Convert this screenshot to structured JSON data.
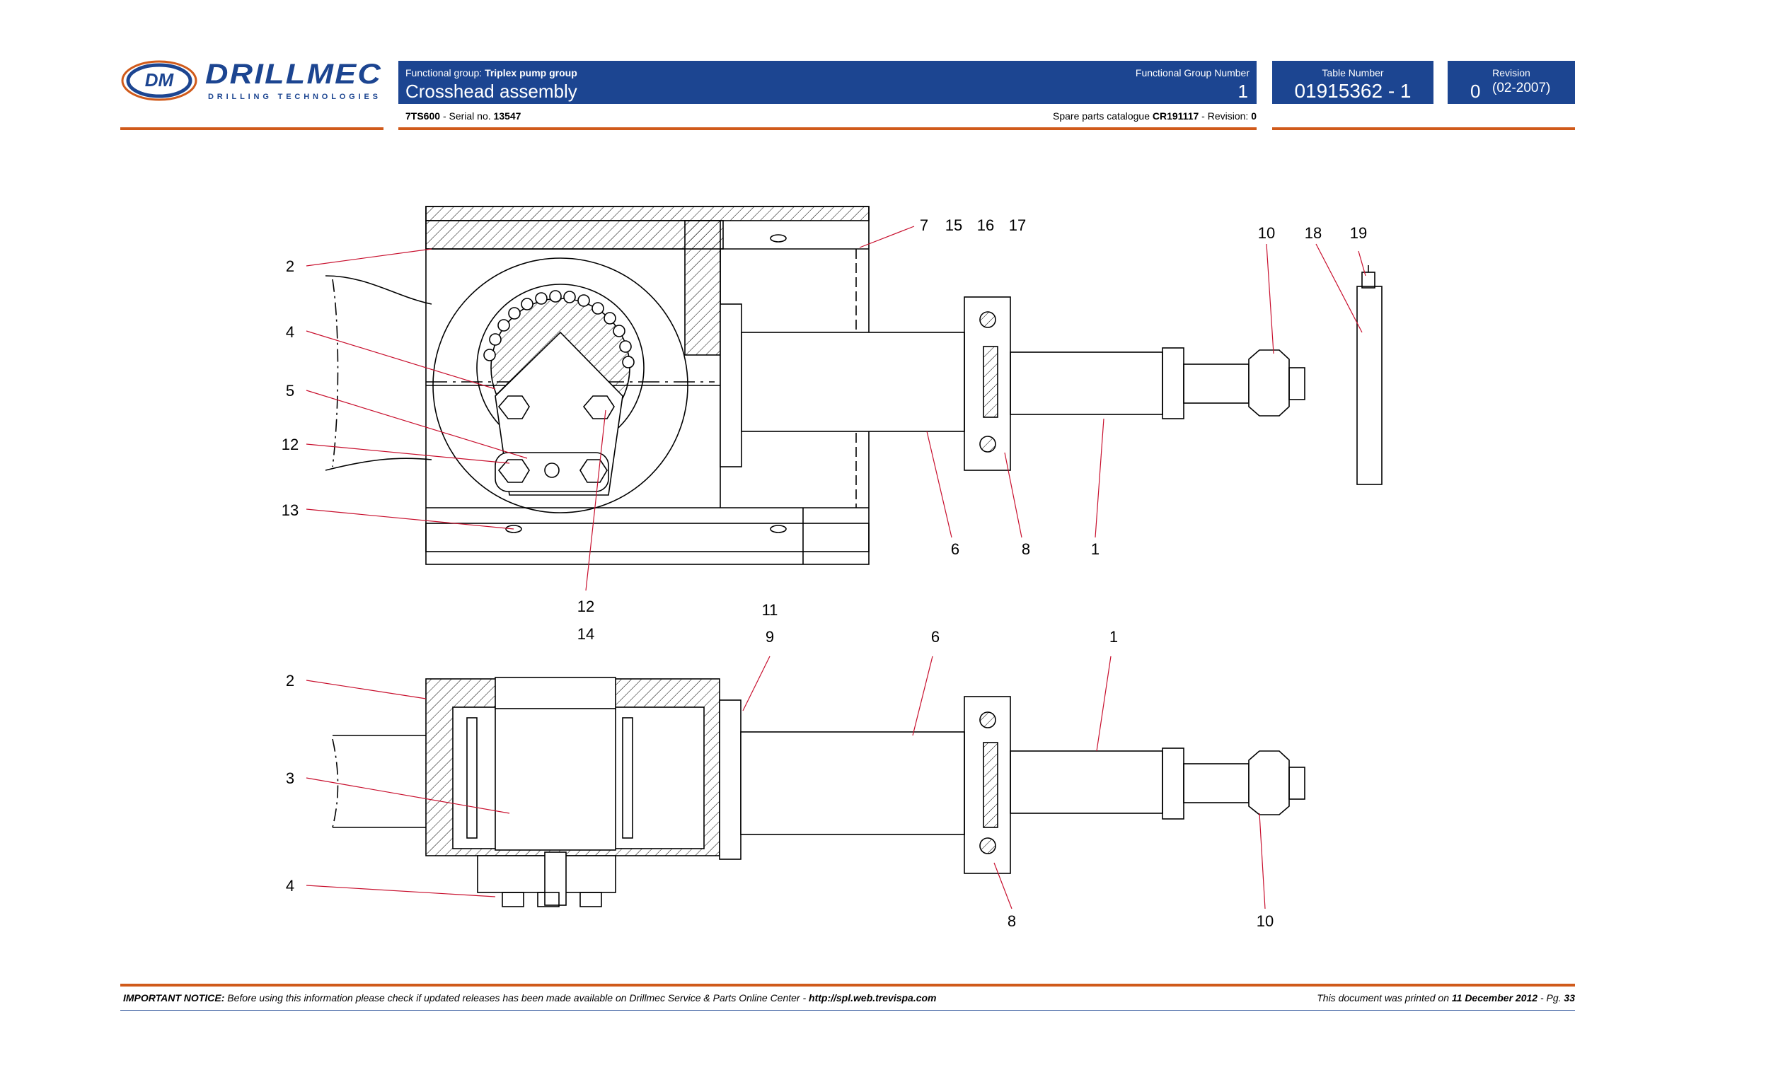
{
  "brand": {
    "name": "DRILLMEC",
    "tagline": "DRILLING TECHNOLOGIES",
    "emblem": "DM",
    "colors": {
      "blue": "#1c4591",
      "orange": "#d05a1a",
      "red": "#c8102e"
    }
  },
  "header": {
    "functional_group_label": "Functional group:",
    "functional_group_value": "Triplex pump group",
    "title": "Crosshead assembly",
    "functional_group_number_label": "Functional Group Number",
    "functional_group_number": "1",
    "table_number_label": "Table Number",
    "table_number": "01915362 - 1",
    "revision_label": "Revision",
    "revision_number": "0",
    "revision_date": "(02-2007)"
  },
  "subheader": {
    "model": "7TS600",
    "serial_label": "- Serial no.",
    "serial_value": "13547",
    "catalogue_label": "Spare parts catalogue",
    "catalogue_value": "CR191117",
    "catalogue_revision_label": "- Revision:",
    "catalogue_revision_value": "0"
  },
  "drawing": {
    "top_view_callouts": [
      "2",
      "4",
      "5",
      "12",
      "13",
      "12",
      "14",
      "7",
      "15",
      "16",
      "17",
      "6",
      "8",
      "1",
      "10",
      "18",
      "19"
    ],
    "bottom_view_callouts": [
      "11",
      "9",
      "6",
      "1",
      "2",
      "3",
      "4",
      "8",
      "10"
    ]
  },
  "footer": {
    "notice_label": "IMPORTANT NOTICE:",
    "notice_text": "Before using this information please check if updated releases has been made available on Drillmec Service & Parts Online Center -",
    "notice_url": "http://spl.web.trevispa.com",
    "printed_label": "This document was printed on",
    "printed_date": "11 December 2012",
    "page_label": "- Pg.",
    "page_number": "33"
  }
}
